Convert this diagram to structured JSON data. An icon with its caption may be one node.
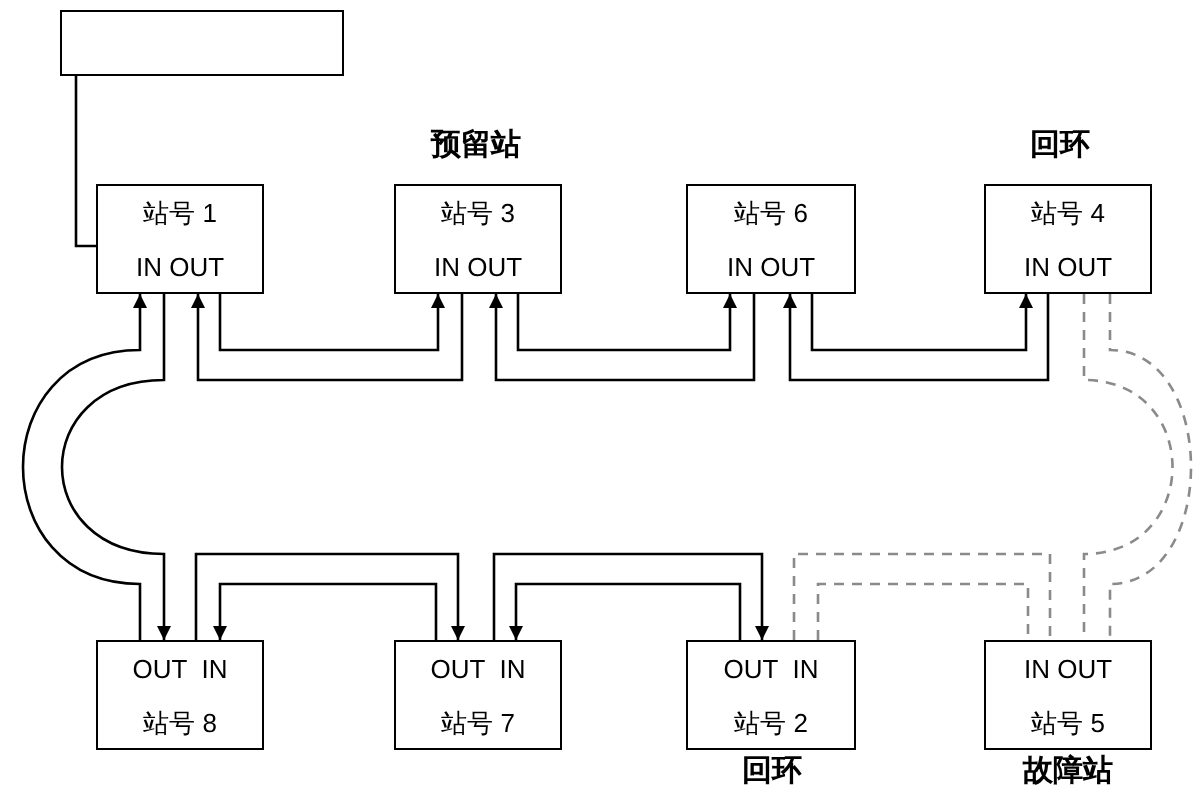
{
  "diagram": {
    "nodes": [
      {
        "text": [],
        "shape": "box"
      },
      {
        "text": [
          "站号 1",
          "IN OUT"
        ]
      },
      {
        "text": [
          "站号 3",
          "IN OUT"
        ],
        "beside": [
          "预留站"
        ]
      },
      {
        "text": [
          "站号 6",
          "IN OUT"
        ]
      },
      {
        "text": [
          "站号 4",
          "IN OUT"
        ],
        "beside": [
          "回环"
        ]
      },
      {
        "text": [
          "OUT  IN",
          "站号 8"
        ]
      },
      {
        "text": [
          "OUT  IN",
          "站号 7"
        ]
      },
      {
        "text": [
          "OUT  IN",
          "站号 2"
        ],
        "beside": [
          "回环"
        ]
      },
      {
        "text": [
          "IN OUT",
          "站号 5"
        ],
        "beside": [
          "故障站"
        ]
      }
    ],
    "edges": [
      {
        "from": 0,
        "to": 1,
        "arrow": "none"
      },
      {
        "from": 1,
        "to": 2,
        "arrow": "to"
      },
      {
        "from": 2,
        "to": 1,
        "arrow": "to"
      },
      {
        "from": 2,
        "to": 3,
        "arrow": "to"
      },
      {
        "from": 3,
        "to": 2,
        "arrow": "to"
      },
      {
        "from": 3,
        "to": 4,
        "arrow": "to"
      },
      {
        "from": 4,
        "to": 3,
        "arrow": "to"
      },
      {
        "from": 5,
        "to": 1,
        "arrow": "to"
      },
      {
        "from": 1,
        "to": 5,
        "arrow": "to"
      },
      {
        "from": 5,
        "to": 6,
        "arrow": "to"
      },
      {
        "from": 6,
        "to": 5,
        "arrow": "to"
      },
      {
        "from": 6,
        "to": 7,
        "arrow": "to"
      },
      {
        "from": 7,
        "to": 6,
        "arrow": "to"
      },
      {
        "from": 7,
        "to": 8,
        "arrow": "none",
        "style": "dashed",
        "color": "#8a8a8a"
      },
      {
        "from": 7,
        "to": 8,
        "arrow": "none",
        "style": "dashed",
        "color": "#8a8a8a"
      },
      {
        "from": 4,
        "to": 8,
        "arrow": "none",
        "style": "dashed",
        "color": "#8a8a8a"
      },
      {
        "from": 4,
        "to": 8,
        "arrow": "none",
        "style": "dashed",
        "color": "#8a8a8a"
      }
    ]
  }
}
